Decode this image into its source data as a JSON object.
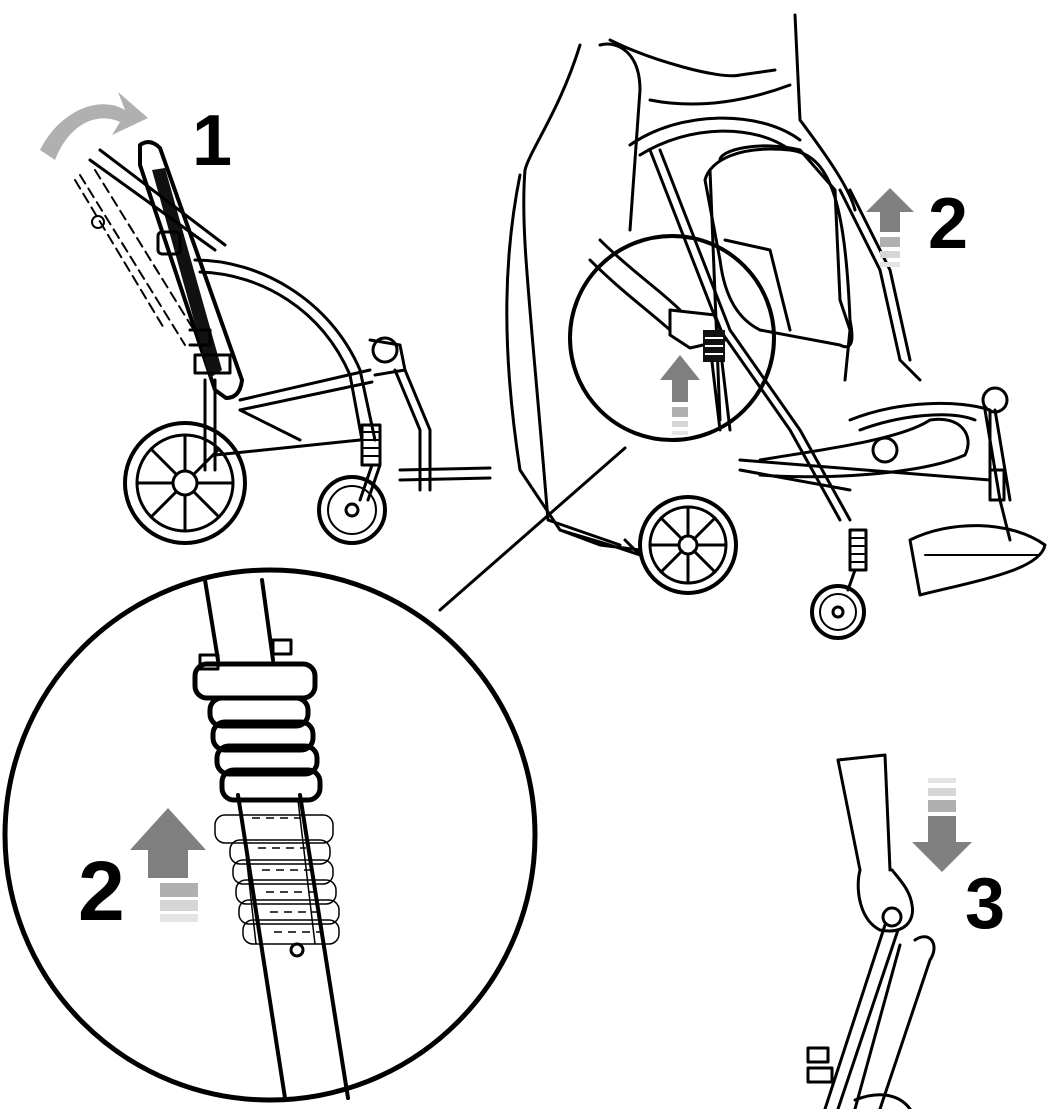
{
  "steps": [
    {
      "number": "1"
    },
    {
      "number": "2"
    },
    {
      "number": "2"
    },
    {
      "number": "3"
    }
  ],
  "colors": {
    "line": "#000000",
    "arrow_dark": "#808080",
    "arrow_mid": "#b0b0b0",
    "arrow_light": "#d6d6d6",
    "background": "#ffffff"
  },
  "icons": {
    "rotate_arrow": "curved-arrow-icon",
    "up_arrow": "up-arrow-icon",
    "down_arrow": "down-arrow-icon"
  }
}
